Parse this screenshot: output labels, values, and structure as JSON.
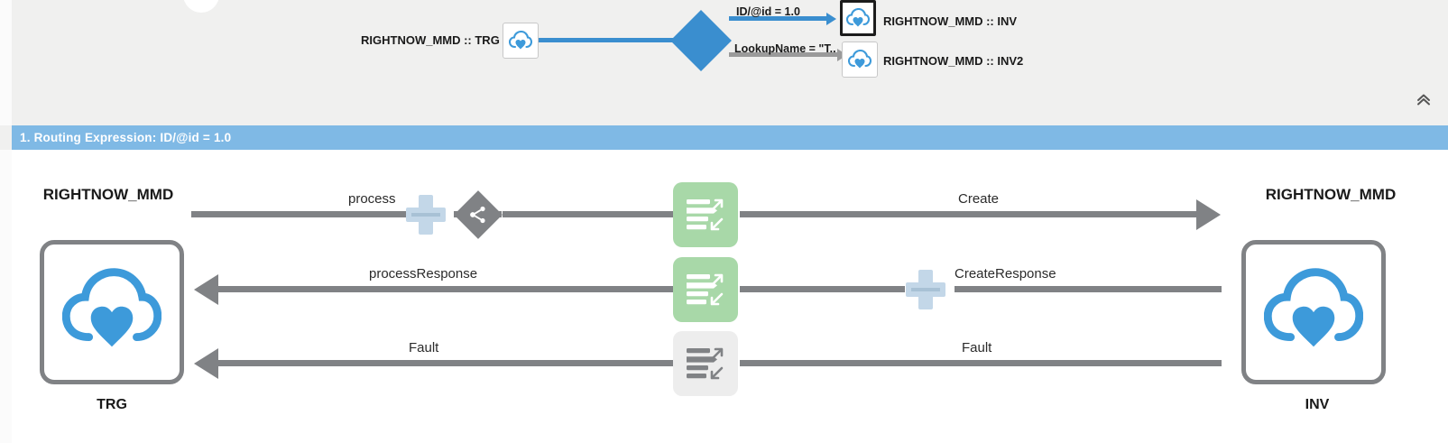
{
  "overview": {
    "nodes": [
      {
        "id": "trg",
        "label": "RIGHTNOW_MMD :: TRG",
        "icon": "cloud-heart-icon",
        "selected": false
      },
      {
        "id": "inv",
        "label": "RIGHTNOW_MMD :: INV",
        "icon": "cloud-heart-icon",
        "selected": true
      },
      {
        "id": "inv2",
        "label": "RIGHTNOW_MMD :: INV2",
        "icon": "cloud-heart-icon",
        "selected": false
      }
    ],
    "edges": [
      {
        "id": "edge-1",
        "label": "ID/@id = 1.0",
        "state": "active"
      },
      {
        "id": "edge-2",
        "label": "LookupName = \"T..",
        "state": "inactive"
      }
    ],
    "router": {
      "name": "routing-diamond",
      "color": "#3a8ecf"
    },
    "collapse_icon": "chevron-double-up-icon"
  },
  "section": {
    "title": "1. Routing Expression: ID/@id = 1.0",
    "accent_color": "#7fb9e5"
  },
  "diagram": {
    "source": {
      "title": "RIGHTNOW_MMD",
      "caption": "TRG",
      "icon": "cloud-heart-icon"
    },
    "target": {
      "title": "RIGHTNOW_MMD",
      "caption": "INV",
      "icon": "cloud-heart-icon"
    },
    "rows": [
      {
        "id": "row-request",
        "left_label": "process",
        "right_label": "Create",
        "direction": "right",
        "map_icon": {
          "name": "transform-icon",
          "state": "enabled",
          "color": "#a8d8a8"
        },
        "plus_icon": "add-node-icon",
        "share_icon": "route-share-icon"
      },
      {
        "id": "row-response",
        "left_label": "processResponse",
        "right_label": "CreateResponse",
        "direction": "left",
        "map_icon": {
          "name": "transform-icon",
          "state": "enabled",
          "color": "#a8d8a8"
        },
        "plus_icon": "add-node-icon"
      },
      {
        "id": "row-fault",
        "left_label": "Fault",
        "right_label": "Fault",
        "direction": "left",
        "map_icon": {
          "name": "transform-icon",
          "state": "disabled",
          "color": "#ededed"
        }
      }
    ]
  },
  "colors": {
    "line": "#808285",
    "accent_blue": "#3a8ecf",
    "header_blue": "#7fb9e5",
    "panel_bg": "#f0f0ef",
    "cloud": "#3d9ada"
  }
}
